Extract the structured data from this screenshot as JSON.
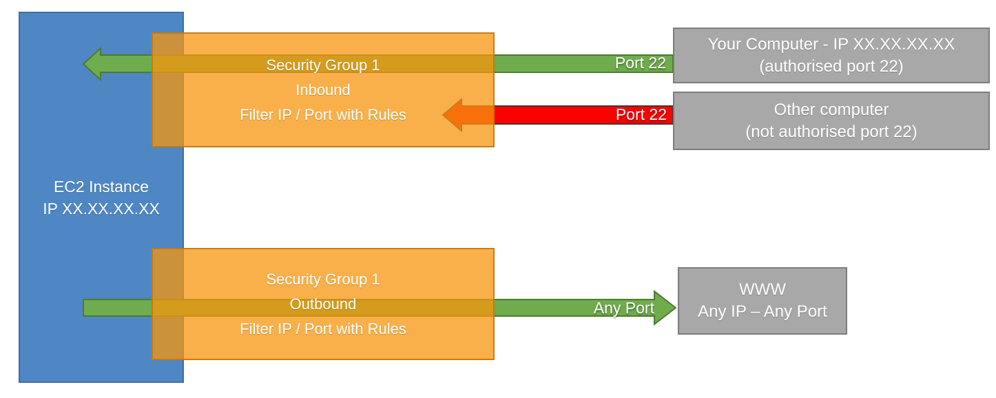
{
  "diagram": {
    "ec2": {
      "line1": "EC2 Instance",
      "line2": "IP XX.XX.XX.XX"
    },
    "sg_inbound": {
      "line1": "Security Group 1",
      "line2": "Inbound",
      "line3": "Filter IP / Port with Rules"
    },
    "sg_outbound": {
      "line1": "Security Group 1",
      "line2": "Outbound",
      "line3": "Filter IP / Port with Rules"
    },
    "your_computer": {
      "line1": "Your Computer - IP XX.XX.XX.XX",
      "line2": "(authorised port 22)"
    },
    "other_computer": {
      "line1": "Other computer",
      "line2": "(not authorised port 22)"
    },
    "www": {
      "line1": "WWW",
      "line2": "Any IP – Any Port"
    },
    "flow_labels": {
      "inbound_allowed": "Port 22",
      "inbound_blocked": "Port 22",
      "outbound": "Any Port"
    }
  },
  "colors": {
    "blue_fill": "#4E87C4",
    "blue_border": "#3D6EA5",
    "orange_fill": "rgba(247,150,14,0.75)",
    "orange_border": "rgba(191,120,20,0.9)",
    "gray_fill": "#A8A8A8",
    "gray_border": "#7C7C7C",
    "green_fill": "#6FAC4D",
    "green_border": "#4E7A31",
    "red_fill": "#FF0000",
    "red_border": "#3A3A3A"
  }
}
